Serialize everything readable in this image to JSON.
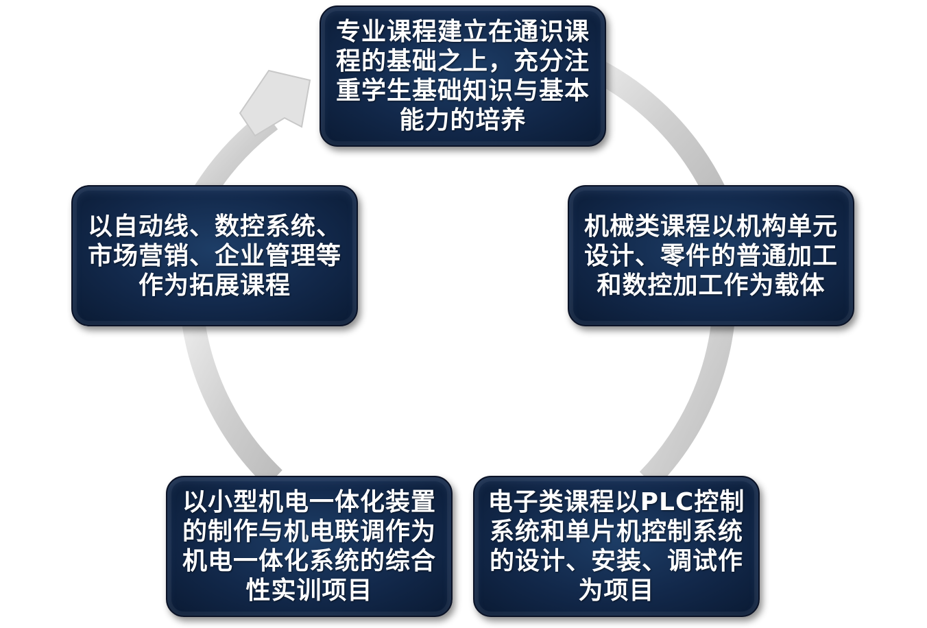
{
  "diagram": {
    "type": "cycle",
    "colors": {
      "node_fill": "#12284a",
      "node_text": "#ffffff",
      "ring": "#d4d4d4"
    },
    "nodes": [
      {
        "text": "专业课程建立在通识课\n程的基础之上，充分注\n重学生基础知识与基本\n能力的培养"
      },
      {
        "text": "机械类课程以机构单元\n设计、零件的普通加工\n和数控加工作为载体"
      },
      {
        "text": "电子类课程以PLC控制\n系统和单片机控制系统\n的设计、安装、调试作\n为项目"
      },
      {
        "text": "以小型机电一体化装置\n的制作与机电联调作为\n机电一体化系统的综合\n性实训项目"
      },
      {
        "text": "以自动线、数控系统、\n市场营销、企业管理等\n作为拓展课程"
      }
    ]
  }
}
